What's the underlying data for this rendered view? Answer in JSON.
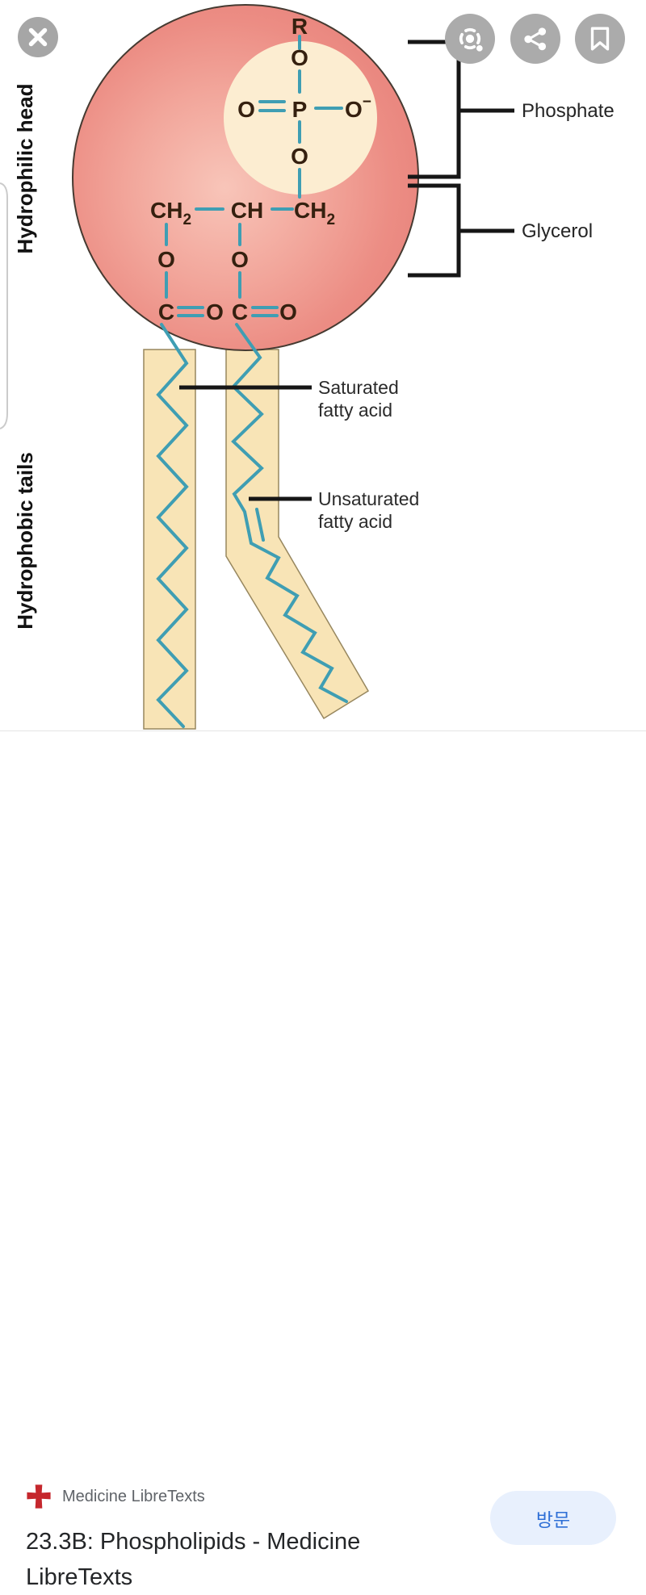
{
  "viewer": {
    "toolbar": {
      "close_icon": "close-x",
      "actions": [
        {
          "icon": "google-lens"
        },
        {
          "icon": "share"
        },
        {
          "icon": "bookmark"
        }
      ]
    },
    "diagram": {
      "side_labels": {
        "head": "Hydrophilic head",
        "tails": "Hydrophobic tails"
      },
      "callouts": {
        "phosphate": "Phosphate",
        "glycerol": "Glycerol",
        "saturated_l1": "Saturated",
        "saturated_l2": "fatty acid",
        "unsaturated_l1": "Unsaturated",
        "unsaturated_l2": "fatty acid"
      },
      "formula": {
        "r": "R",
        "o_top": "O",
        "o_double": "O",
        "p": "P",
        "o_minus_base": "O",
        "o_minus_charge": "−",
        "o_bridge": "O",
        "ch2_left": "CH",
        "ch2_left_sub": "2",
        "ch_center": "CH",
        "ch2_right": "CH",
        "ch2_right_sub": "2",
        "o_ester_left": "O",
        "o_ester_center": "O",
        "c_left": "C",
        "o_carbonyl_left": "O",
        "c_center": "C",
        "o_carbonyl_center": "O"
      },
      "colors": {
        "head_fill": "#ee8e85",
        "head_highlight": "#f8c5b9",
        "phosphate_circle_fill": "#fcedd1",
        "tail_fill": "#f8e4b6",
        "bond_teal": "#3f9eb3",
        "atom_text": "#35200f"
      }
    }
  },
  "result_card": {
    "favicon": "medicine-libretexts-cross",
    "source": "Medicine LibreTexts",
    "title_line1": "23.3B: Phospholipids - Medicine",
    "title_line2": "LibreTexts",
    "visit_label": "방문",
    "colors": {
      "visit_bg": "#e8f0fd",
      "visit_text": "#2e6fd6",
      "favicon_red": "#c5272d"
    }
  }
}
